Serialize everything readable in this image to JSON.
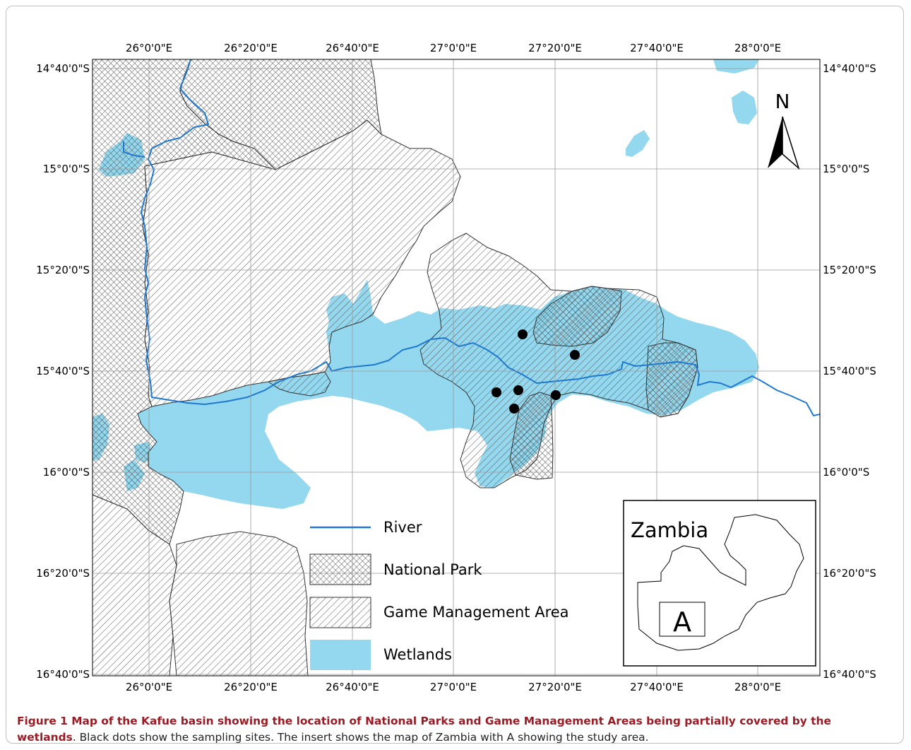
{
  "figure": {
    "caption_title": "Figure 1 Map of the Kafue basin showing the location of National Parks and Game Management Areas being partially covered by the wetlands",
    "caption_text": ". Black dots show the sampling sites. The insert shows the map of Zambia with A showing the study area."
  },
  "map": {
    "top_axis_labels": [
      "26°0'0\"E",
      "26°20'0\"E",
      "26°40'0\"E",
      "27°0'0\"E",
      "27°20'0\"E",
      "27°40'0\"E",
      "28°0'0\"E"
    ],
    "bottom_axis_labels": [
      "26°0'0\"E",
      "26°20'0\"E",
      "26°40'0\"E",
      "27°0'0\"E",
      "27°20'0\"E",
      "27°40'0\"E",
      "28°0'0\"E"
    ],
    "left_axis_labels": [
      "14°40'0\"S",
      "15°0'0\"S",
      "15°20'0\"S",
      "15°40'0\"S",
      "16°0'0\"S",
      "16°20'0\"S",
      "16°40'0\"S"
    ],
    "right_axis_labels": [
      "14°40'0\"S",
      "15°0'0\"S",
      "15°20'0\"S",
      "15°40'0\"S",
      "16°0'0\"S",
      "16°20'0\"S",
      "16°40'0\"S"
    ],
    "north_label": "N",
    "legend": {
      "river": "River",
      "national_park": "National Park",
      "game_management_area": "Game Management Area",
      "wetlands": "Wetlands"
    },
    "inset": {
      "country_label": "Zambia",
      "study_area_label": "A"
    },
    "colors": {
      "river": "#1f78d1",
      "wetlands": "#93d8ee",
      "hatch": "#555555",
      "sampling_site": "#000000"
    },
    "sampling_sites_count_visible": 6
  }
}
